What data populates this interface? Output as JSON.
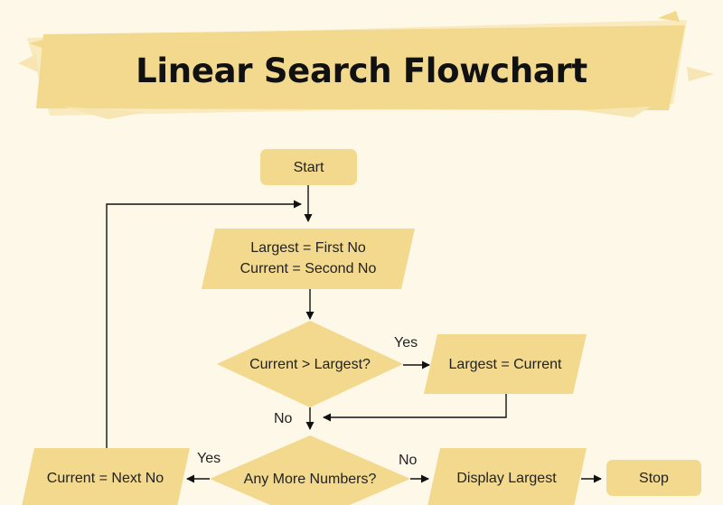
{
  "title": "Linear Search Flowchart",
  "colors": {
    "background": "#fdf8e8",
    "banner": "#f2d98e",
    "node_fill": "#f2d98e",
    "arrow": "#111111"
  },
  "nodes": {
    "start": "Start",
    "init_line1": "Largest = First No",
    "init_line2": "Current = Second No",
    "compare": "Current > Largest?",
    "assign": "Largest = Current",
    "more": "Any More Numbers?",
    "next": "Current = Next No",
    "display": "Display Largest",
    "stop": "Stop"
  },
  "edge_labels": {
    "compare_yes": "Yes",
    "compare_no": "No",
    "more_yes": "Yes",
    "more_no": "No"
  }
}
